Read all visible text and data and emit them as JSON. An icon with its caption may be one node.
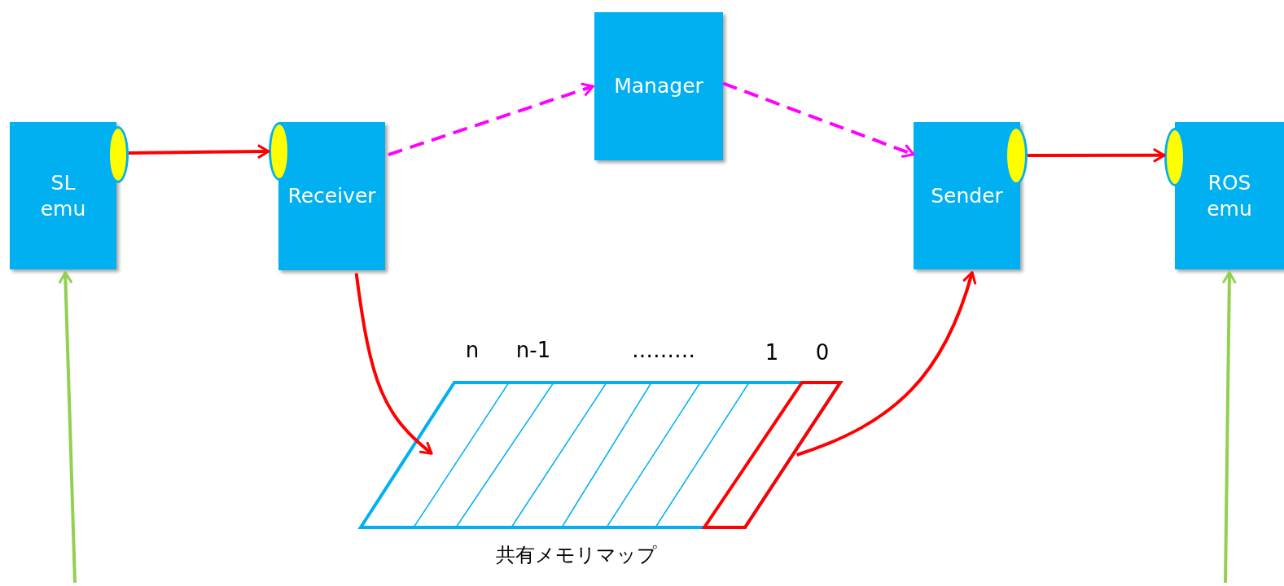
{
  "diagram": {
    "nodes": [
      {
        "text": [
          "SL emu"
        ]
      },
      {
        "text": [],
        "shape": "ellipse"
      },
      {
        "text": [
          "Receiver"
        ]
      },
      {
        "text": [],
        "shape": "ellipse"
      },
      {
        "text": [
          "Manager"
        ]
      },
      {
        "text": [
          "Sender"
        ]
      },
      {
        "text": [],
        "shape": "ellipse"
      },
      {
        "text": [
          "ROS emu"
        ]
      },
      {
        "text": [],
        "shape": "ellipse"
      },
      {
        "text": [],
        "shape": "parallelogram",
        "beside": [
          "共有メモリマップ"
        ]
      },
      {
        "text": [],
        "shape": "parallelogram",
        "in": 9
      }
    ],
    "edges": [
      {
        "from": 1,
        "to": 3,
        "arrow": "to"
      },
      {
        "from": 2,
        "to": 4,
        "arrow": "to",
        "style": "dashed",
        "color": "#ff00ff"
      },
      {
        "from": 4,
        "to": 5,
        "arrow": "to",
        "style": "dashed",
        "color": "#ff00ff"
      },
      {
        "from": 6,
        "to": 8,
        "arrow": "to"
      },
      {
        "from": 2,
        "to": 9,
        "arrow": "to"
      },
      {
        "from": 10,
        "to": 5,
        "arrow": "to"
      },
      {
        "from": null,
        "to": 0,
        "arrow": "to",
        "color": "#92d050"
      },
      {
        "from": null,
        "to": 7,
        "arrow": "to",
        "color": "#92d050"
      }
    ],
    "labels": [
      "n",
      "n-1",
      "………",
      "1",
      "0"
    ]
  }
}
